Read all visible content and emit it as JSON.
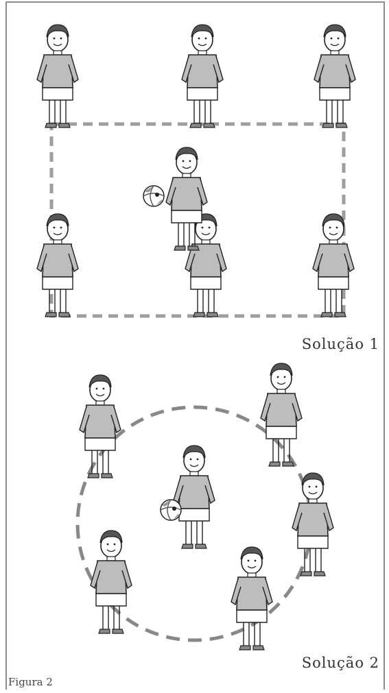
{
  "labels": {
    "solution1": "Solução 1",
    "solution2": "Solução 2",
    "figure": "Figura 2"
  },
  "colors": {
    "dash": "#9e9e9e",
    "ink": "#222222",
    "frame": "#8c8c8c"
  }
}
